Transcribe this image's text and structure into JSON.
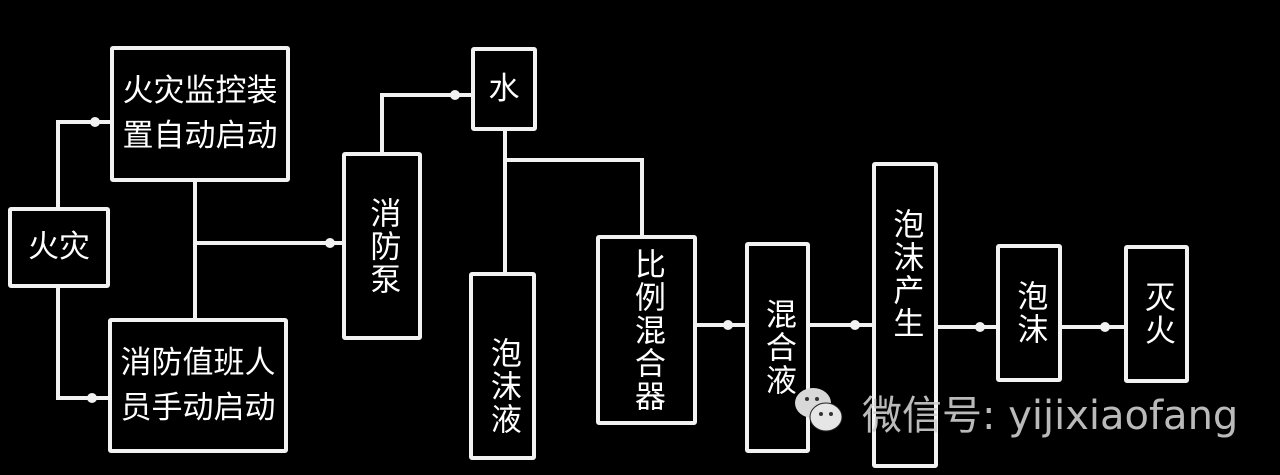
{
  "nodes": {
    "fire": "火灾",
    "auto_start": "火灾监控装置自动启动",
    "manual_start": "消防值班人员手动启动",
    "pump": "消防泵",
    "water": "水",
    "foam_liquid": "泡沫液",
    "proportioner": "比例混合器",
    "mixture": "混合液",
    "foam_generator": "泡沫产生",
    "foam": "泡沫",
    "extinguish": "灭火"
  },
  "watermark": {
    "text": "微信号: yijixiaofang",
    "icon": "wechat-icon"
  }
}
